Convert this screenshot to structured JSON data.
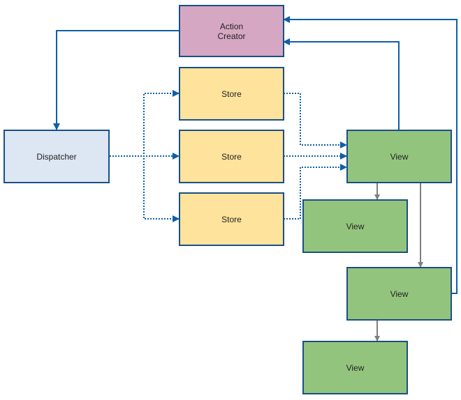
{
  "colors": {
    "action_creator": "#d6a7c3",
    "dispatcher": "#dde6f3",
    "store": "#fde39b",
    "view": "#93c47d",
    "border": "#1a4f86",
    "arrow_blue": "#0f5ea8",
    "arrow_gray": "#7f7f7f"
  },
  "nodes": {
    "action_creator": {
      "label": "Action\nCreator"
    },
    "dispatcher": {
      "label": "Dispatcher"
    },
    "store_1": {
      "label": "Store"
    },
    "store_2": {
      "label": "Store"
    },
    "store_3": {
      "label": "Store"
    },
    "view_main": {
      "label": "View"
    },
    "view_child_1": {
      "label": "View"
    },
    "view_child_2": {
      "label": "View"
    },
    "view_grandchild": {
      "label": "View"
    }
  }
}
